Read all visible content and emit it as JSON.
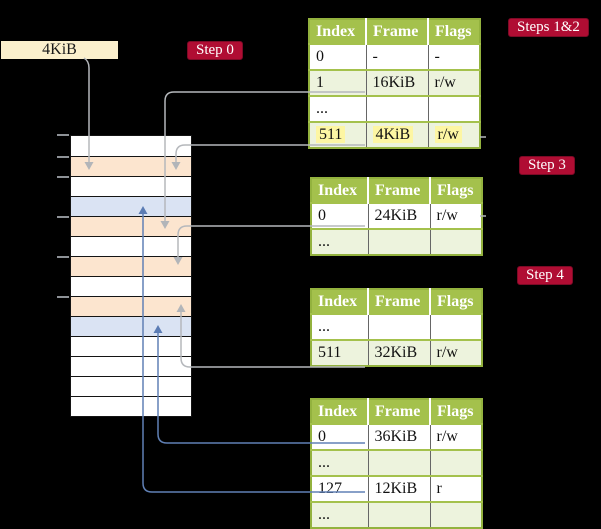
{
  "frame_label": {
    "text": "4KiB"
  },
  "badges": {
    "step0": "Step 0",
    "steps12": "Steps 1&2",
    "step3": "Step 3",
    "step4": "Step 4"
  },
  "memory_column": {
    "rows": [
      "empty",
      "page-table",
      "empty",
      "mapped-page",
      "page-table",
      "empty",
      "page-table",
      "empty",
      "page-table",
      "mapped-page",
      "empty",
      "empty",
      "empty",
      "empty"
    ]
  },
  "tables": [
    {
      "headers": [
        "Index",
        "Frame",
        "Flags"
      ],
      "rows": [
        {
          "cells": [
            "0",
            "-",
            "-"
          ]
        },
        {
          "cells": [
            "1",
            "16KiB",
            "r/w"
          ]
        },
        {
          "cells": [
            "...",
            "",
            ""
          ]
        },
        {
          "cells": [
            "511",
            "4KiB",
            "r/w"
          ],
          "highlighted": true
        }
      ]
    },
    {
      "headers": [
        "Index",
        "Frame",
        "Flags"
      ],
      "rows": [
        {
          "cells": [
            "0",
            "24KiB",
            "r/w"
          ]
        },
        {
          "cells": [
            "...",
            "",
            ""
          ]
        }
      ]
    },
    {
      "headers": [
        "Index",
        "Frame",
        "Flags"
      ],
      "rows": [
        {
          "cells": [
            "...",
            "",
            ""
          ]
        },
        {
          "cells": [
            "511",
            "32KiB",
            "r/w"
          ]
        }
      ]
    },
    {
      "headers": [
        "Index",
        "Frame",
        "Flags"
      ],
      "rows": [
        {
          "cells": [
            "0",
            "36KiB",
            "r/w"
          ]
        },
        {
          "cells": [
            "...",
            "",
            ""
          ]
        },
        {
          "cells": [
            "127",
            "12KiB",
            "r"
          ]
        },
        {
          "cells": [
            "...",
            "",
            ""
          ]
        }
      ]
    }
  ],
  "colors": {
    "background": "#000000",
    "badge_red": "#b00d33",
    "table_header_green": "#a4c14c",
    "table_border_green": "#93b23e",
    "table_row_green": "#edf3dd",
    "highlight_yellow": "#fdf6a3",
    "frame_label_cream": "#fbf0cd",
    "page_table_row_orange": "#fce5cf",
    "mapped_page_row_blue": "#dae3f3",
    "arrow_gray": "#b5b8bc",
    "arrow_blue": "#6080b5"
  }
}
